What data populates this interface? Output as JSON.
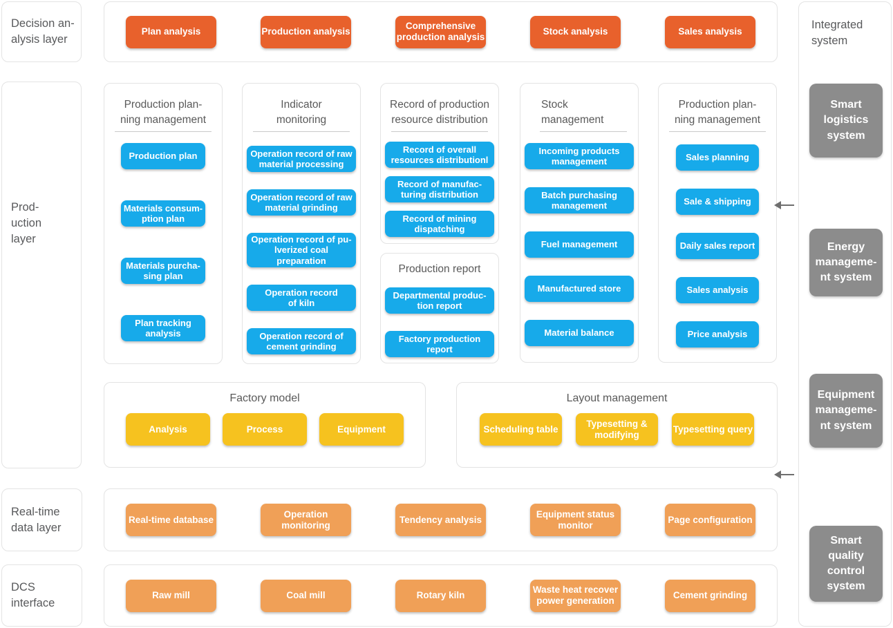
{
  "colors": {
    "decision": "#E8612C",
    "module": "#17AAEA",
    "model": "#F6C21F",
    "realtime": "#F0A057",
    "system": "#8C8C8C"
  },
  "left_rail": {
    "decision_label": "Decision an-\nalysis  layer",
    "production_label": "Prod-\nuction\nlayer",
    "realtime_label": "Real-time\ndata layer",
    "dcs_label": "DCS\ninterface"
  },
  "decision_row": {
    "buttons": [
      "Plan analysis",
      "Production analysis",
      "Comprehensive\nproduction analysis",
      "Stock analysis",
      "Sales analysis"
    ]
  },
  "production_columns": [
    {
      "title": "Production plan-\nning management",
      "buttons": [
        "Production plan",
        "Materials consum-\nption plan",
        "Materials purcha-\nsing plan",
        "Plan tracking\nanalysis"
      ]
    },
    {
      "title": "Indicator\nmonitoring",
      "buttons": [
        "Operation record of raw\nmaterial processing",
        "Operation record of raw\nmaterial grinding",
        "Operation record of pu-\nlverized coal preparation",
        "Operation record\nof kiln",
        "Operation record of\ncement grinding"
      ]
    },
    {
      "title": "Record of production\nresource distribution",
      "buttons": [
        "Record of overall\nresources distributionl",
        "Record of manufac-\nturing distribution",
        "Record of mining\ndispatching"
      ]
    },
    {
      "title": "Production report",
      "buttons": [
        "Departmental produc-\ntion report",
        "Factory production\nreport"
      ]
    },
    {
      "title": "Stock\nmanagement",
      "buttons": [
        "Incoming products\nmanagement",
        "Batch purchasing\nmanagement",
        "Fuel management",
        "Manufactured store",
        "Material balance"
      ]
    },
    {
      "title": "Production plan-\nning management",
      "buttons": [
        "Sales planning",
        "Sale & shipping",
        "Daily sales report",
        "Sales analysis",
        "Price analysis"
      ]
    }
  ],
  "factory_model": {
    "title": "Factory model",
    "buttons": [
      "Analysis",
      "Process",
      "Equipment"
    ]
  },
  "layout_management": {
    "title": "Layout management",
    "buttons": [
      "Scheduling table",
      "Typesetting &\nmodifying",
      "Typesetting query"
    ]
  },
  "realtime_row": {
    "buttons": [
      "Real-time database",
      "Operation monitoring",
      "Tendency analysis",
      "Equipment status\nmonitor",
      "Page configuration"
    ]
  },
  "dcs_row": {
    "buttons": [
      "Raw mill",
      "Coal mill",
      "Rotary kiln",
      "Waste heat recover\npower generation",
      "Cement grinding"
    ]
  },
  "integrated_system": {
    "title": "Integrated\nsystem",
    "systems": [
      "Smart\nlogistics\nsystem",
      "Energy\nmanageme-\nnt system",
      "Equipment\nmanageme-\nnt system",
      "Smart\nquality\ncontrol\nsystem"
    ]
  }
}
